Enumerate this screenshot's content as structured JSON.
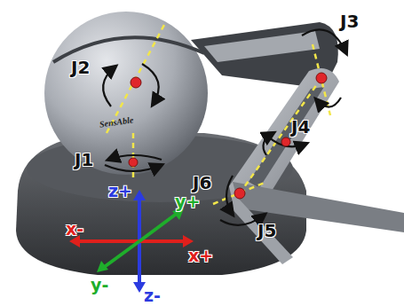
{
  "diagram": {
    "labels": [
      "J2",
      "J1",
      "J3",
      "J4",
      "J6",
      "J5",
      "z+",
      "z-",
      "y+",
      "y-",
      "x-",
      "x+",
      "SensAble"
    ]
  }
}
